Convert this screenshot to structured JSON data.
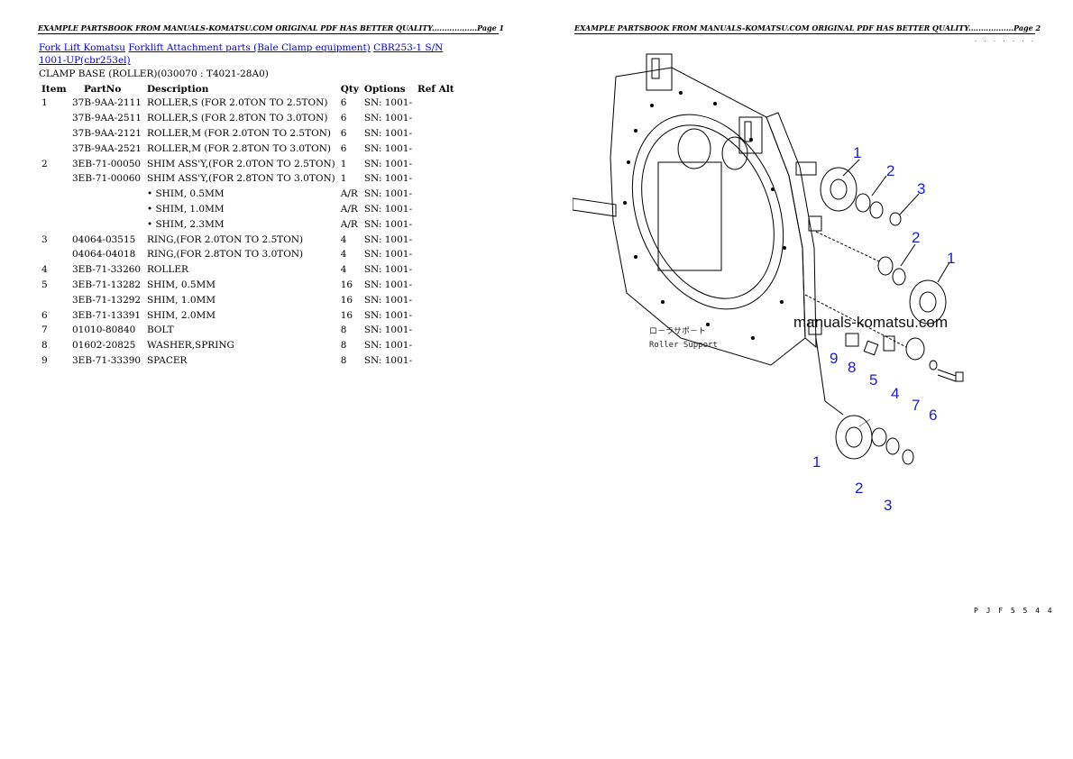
{
  "page1": {
    "header": "EXAMPLE PARTSBOOK FROM MANUALS-KOMATSU.COM ORIGINAL PDF HAS BETTER QUALITY..................Page 1",
    "breadcrumbs": [
      "Fork Lift Komatsu",
      "Forklift Attachment parts (Bale Clamp equipment)",
      "CBR253-1 S/N 1001-UP(cbr253el)"
    ],
    "subtitle": "CLAMP BASE (ROLLER)(030070 : T4021-28A0)",
    "columns": [
      "Item",
      "PartNo",
      "Description",
      "Qty",
      "Options",
      "Ref Alt"
    ],
    "rows": [
      [
        "1",
        "37B-9AA-2111",
        "ROLLER,S (FOR 2.0TON TO 2.5TON)",
        "6",
        "SN: 1001-",
        ""
      ],
      [
        "",
        "37B-9AA-2511",
        "ROLLER,S (FOR 2.8TON TO 3.0TON)",
        "6",
        "SN: 1001-",
        ""
      ],
      [
        "",
        "37B-9AA-2121",
        "ROLLER,M (FOR 2.0TON TO 2.5TON)",
        "6",
        "SN: 1001-",
        ""
      ],
      [
        "",
        "37B-9AA-2521",
        "ROLLER,M (FOR 2.8TON TO 3.0TON)",
        "6",
        "SN: 1001-",
        ""
      ],
      [
        "2",
        "3EB-71-00050",
        "SHIM ASS'Y,(FOR 2.0TON TO 2.5TON)",
        "1",
        "SN: 1001-",
        ""
      ],
      [
        "",
        "3EB-71-00060",
        "SHIM ASS'Y,(FOR 2.8TON TO 3.0TON)",
        "1",
        "SN: 1001-",
        ""
      ],
      [
        "",
        "",
        "• SHIM, 0.5MM",
        "A/R",
        "SN: 1001-",
        ""
      ],
      [
        "",
        "",
        "• SHIM, 1.0MM",
        "A/R",
        "SN: 1001-",
        ""
      ],
      [
        "",
        "",
        "• SHIM, 2.3MM",
        "A/R",
        "SN: 1001-",
        ""
      ],
      [
        "3",
        "04064-03515",
        "RING,(FOR 2.0TON TO 2.5TON)",
        "4",
        "SN: 1001-",
        ""
      ],
      [
        "",
        "04064-04018",
        "RING,(FOR 2.8TON TO 3.0TON)",
        "4",
        "SN: 1001-",
        ""
      ],
      [
        "4",
        "3EB-71-33260",
        "ROLLER",
        "4",
        "SN: 1001-",
        ""
      ],
      [
        "5",
        "3EB-71-13282",
        "SHIM, 0.5MM",
        "16",
        "SN: 1001-",
        ""
      ],
      [
        "",
        "3EB-71-13292",
        "SHIM, 1.0MM",
        "16",
        "SN: 1001-",
        ""
      ],
      [
        "6",
        "3EB-71-13391",
        "SHIM, 2.0MM",
        "16",
        "SN: 1001-",
        ""
      ],
      [
        "7",
        "01010-80840",
        "BOLT",
        "8",
        "SN: 1001-",
        ""
      ],
      [
        "8",
        "01602-20825",
        "WASHER,SPRING",
        "8",
        "SN: 1001-",
        ""
      ],
      [
        "9",
        "3EB-71-33390",
        "SPACER",
        "8",
        "SN: 1001-",
        ""
      ]
    ],
    "sub_item_glyph": ""
  },
  "page2": {
    "header": "EXAMPLE PARTSBOOK FROM MANUALS-KOMATSU.COM ORIGINAL PDF HAS BETTER QUALITY..................Page 2",
    "dots": ". . . . . . .",
    "watermark": "manuals-komatsu.com",
    "jp_label": "ロ－ラサポ－ト",
    "en_label": "Roller Support",
    "callouts": [
      "1",
      "2",
      "3",
      "2",
      "1",
      "9",
      "8",
      "5",
      "4",
      "7",
      "6",
      "1",
      "2",
      "3"
    ],
    "code": "P J F 5 5 4 4",
    "callout_color": "#1a1ad0"
  }
}
